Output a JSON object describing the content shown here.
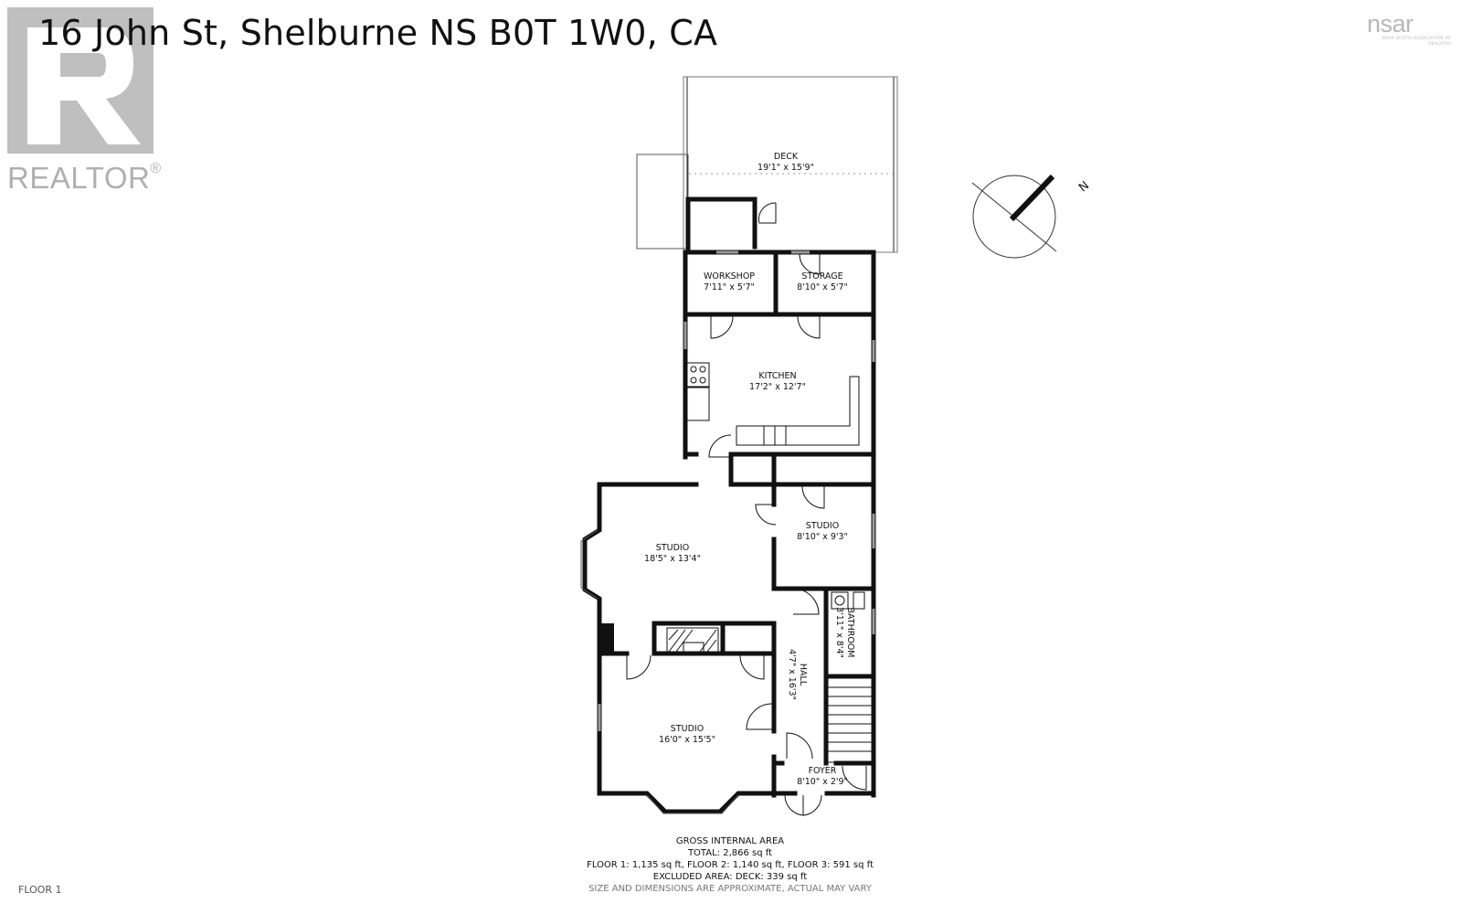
{
  "listing": {
    "address": "16 John St, Shelburne NS B0T 1W0, CA"
  },
  "logos": {
    "realtor": "REALTOR",
    "realtor_mark": "®",
    "nsar": "nsar",
    "nsar_tagline": "NOVA SCOTIA ASSOCIATION OF REALTORS"
  },
  "rooms": [
    {
      "name": "DECK",
      "dims": "19'1\" x 15'9\""
    },
    {
      "name": "WORKSHOP",
      "dims": "7'11\" x 5'7\""
    },
    {
      "name": "STORAGE",
      "dims": "8'10\" x 5'7\""
    },
    {
      "name": "KITCHEN",
      "dims": "17'2\" x 12'7\""
    },
    {
      "name": "STUDIO",
      "dims": "18'5\" x 13'4\""
    },
    {
      "name": "STUDIO",
      "dims": "8'10\" x 9'3\""
    },
    {
      "name": "BATHROOM",
      "dims": "3'11\" x 8'4\""
    },
    {
      "name": "HALL",
      "dims": "4'7\" x 16'3\""
    },
    {
      "name": "STUDIO",
      "dims": "16'0\" x 15'5\""
    },
    {
      "name": "FOYER",
      "dims": "8'10\" x 2'9\""
    }
  ],
  "compass": {
    "label": "N",
    "icon": "north-arrow-icon"
  },
  "area": {
    "heading": "GROSS INTERNAL AREA",
    "total": "TOTAL: 2,866 sq ft",
    "floors": "FLOOR 1: 1,135 sq ft, FLOOR 2: 1,140 sq ft, FLOOR 3: 591 sq ft",
    "excluded": "EXCLUDED AREA: DECK: 339 sq ft",
    "disclaimer": "SIZE AND DIMENSIONS ARE APPROXIMATE, ACTUAL MAY VARY"
  },
  "floor_label": "FLOOR 1",
  "colors": {
    "walls": "#111111",
    "logo_gray": "#bfbfbf"
  }
}
